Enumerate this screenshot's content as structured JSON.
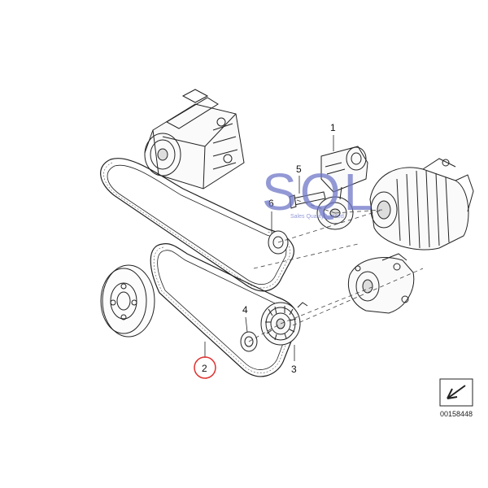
{
  "diagram": {
    "callouts": [
      {
        "id": "1",
        "label": "1"
      },
      {
        "id": "2",
        "label": "2",
        "highlighted": true
      },
      {
        "id": "3",
        "label": "3"
      },
      {
        "id": "4",
        "label": "4"
      },
      {
        "id": "5",
        "label": "5"
      },
      {
        "id": "6",
        "label": "6"
      }
    ],
    "reference_number": "00158448",
    "highlight_color": "#e0302e",
    "line_color": "#222222"
  },
  "watermark": {
    "letters": "SQL",
    "caption": "Sales Quality Limited",
    "color": "#6f78c8"
  }
}
